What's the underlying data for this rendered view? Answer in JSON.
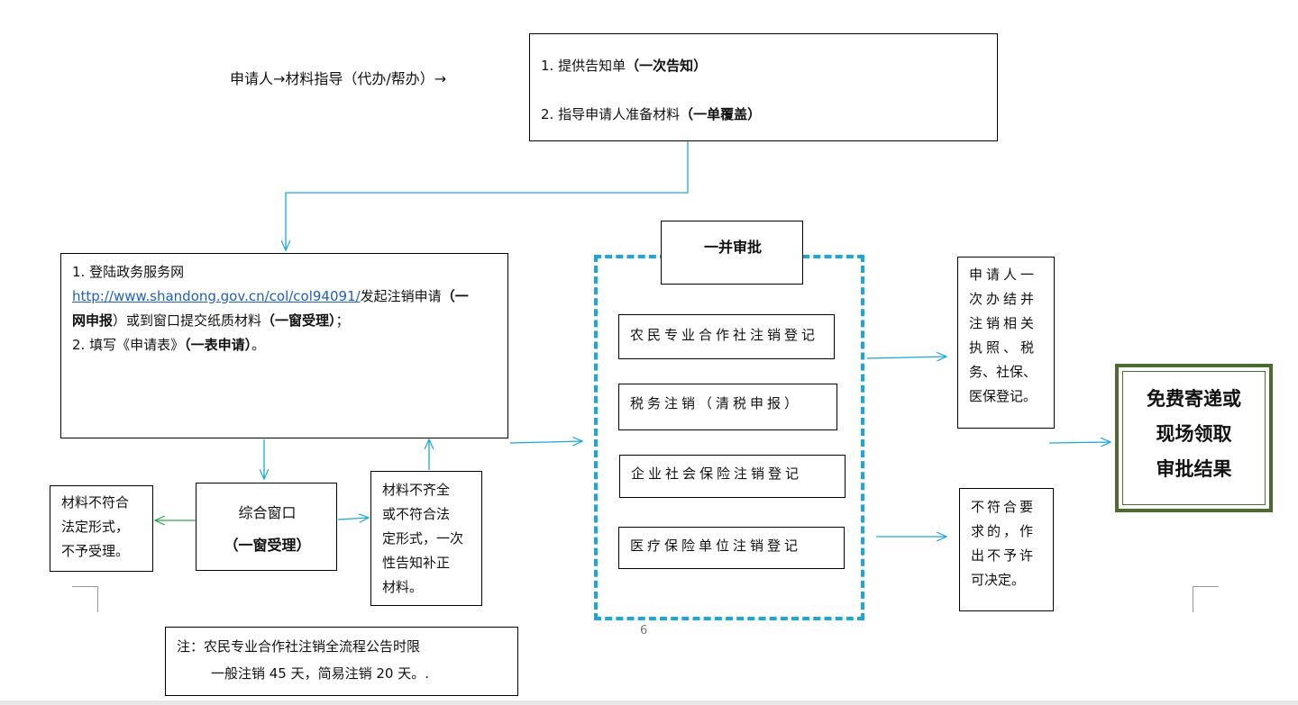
{
  "intro_text": "申请人→材料指导（代办/帮办）→",
  "guide_box": {
    "line1_text": "1. 提供告知单",
    "line1_bold": "（一次告知）",
    "line2_text": "2. 指导申请人准备材料",
    "line2_bold": "（一单覆盖）"
  },
  "apply_box": {
    "l1": "1.  登陆政务服务网",
    "url": "http://www.shandong.gov.cn/col/col94091/",
    "l2_rest": "发起注销申请",
    "l2_bold": "（一",
    "l3_bold": "网申报",
    "l3_mid": "）或到窗口提交纸质材料",
    "l3_bold2": "（一窗受理）",
    "l3_end": "；",
    "l4": "2.   填写《申请表》",
    "l4_bold": "（一表申请）",
    "l4_end": "。"
  },
  "window_box": {
    "title": "综合窗口",
    "sub": "（一窗受理）"
  },
  "reject_box": {
    "lines": [
      "材料不符合",
      "法定形式，",
      "不予受理。"
    ]
  },
  "incomplete_box": {
    "lines": [
      "材料不齐全",
      "或不符合法",
      "定形式，一次",
      "性告知补正",
      "材料。"
    ]
  },
  "joint_label": "一并审批",
  "items": [
    "农民专业合作社注销登记",
    "税务注销（清税申报）",
    "企业社会保险注销登记",
    "医疗保险单位注销登记"
  ],
  "result_ok": {
    "lines": [
      "申请人一",
      "次办结并",
      "注销相关",
      "执照、税",
      "务、社保、",
      "医保登记。"
    ]
  },
  "result_no": {
    "lines": [
      "不符合要",
      "求的，作",
      "出不予许",
      "可决定。"
    ]
  },
  "final_box": {
    "lines": [
      "免费寄递或",
      "现场领取",
      "审批结果"
    ]
  },
  "note": {
    "line1": "注：农民专业合作社注销全流程公告时限",
    "line2": "一般注销 45 天，简易注销 20 天。."
  },
  "page_number": "6",
  "colors": {
    "arrow_blue": "#1aa6e0",
    "arrow_green": "#2aa84a",
    "final_border": "#4c6b2e"
  }
}
